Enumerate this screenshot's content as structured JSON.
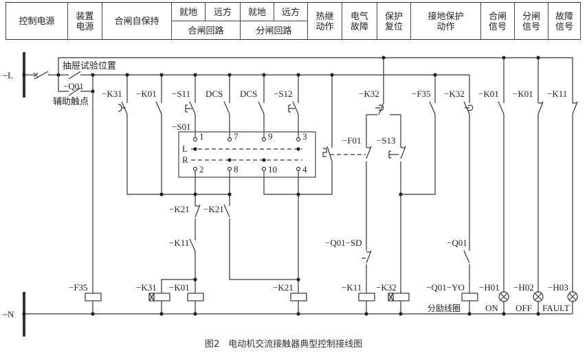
{
  "header": {
    "control_power": "控制电源",
    "device_power": "装置\n电源",
    "close_self_hold": "合闸自保持",
    "local_1": "就地",
    "remote_1": "远方",
    "close_circuit": "合闸回路",
    "local_2": "就地",
    "remote_2": "远方",
    "open_circuit": "分闸回路",
    "thermal_relay": "热继\n动作",
    "electrical_fault": "电气\n故障",
    "protection_reset": "保护\n复位",
    "ground_protection": "接地保护\n动作",
    "close_signal": "合闸\n信号",
    "open_signal": "分闸\n信号",
    "fault_signal": "故障\n信号"
  },
  "diagram": {
    "bus_l": "~L",
    "bus_n": "~N",
    "drawer_test": "抽屉试验位置",
    "q01_top": "−Q01",
    "aux_contact": "辅助触点",
    "labels_top": [
      "−K31",
      "−K01",
      "−S11",
      "DCS",
      "DCS",
      "−S12",
      "−K32",
      "−F35",
      "−K32",
      "−K01",
      "−K01",
      "−K11"
    ],
    "s01": "−S01",
    "terminals_top": [
      "1",
      "7",
      "9",
      "3"
    ],
    "terminals_bottom": [
      "2",
      "8",
      "10",
      "4"
    ],
    "row_l": "L",
    "row_r": "R",
    "f01": "−F01",
    "s13": "−S13",
    "k21_nc": "−K21",
    "k21_no": "−K21",
    "k11_no": "−K11",
    "q01_sd": "−Q01−SD",
    "q01_no": "−Q01",
    "coils": [
      "−F35",
      "−K31",
      "−K01",
      "−K21",
      "−K11",
      "−K32",
      "−Q01−YO"
    ],
    "shunt_coil": "分励线圈",
    "lamps": [
      "−H01",
      "−H02",
      "−H03"
    ],
    "lamp_states": [
      "ON",
      "OFF",
      "FAULT"
    ]
  },
  "caption": "图2　电动机交流接触器典型控制接线图"
}
